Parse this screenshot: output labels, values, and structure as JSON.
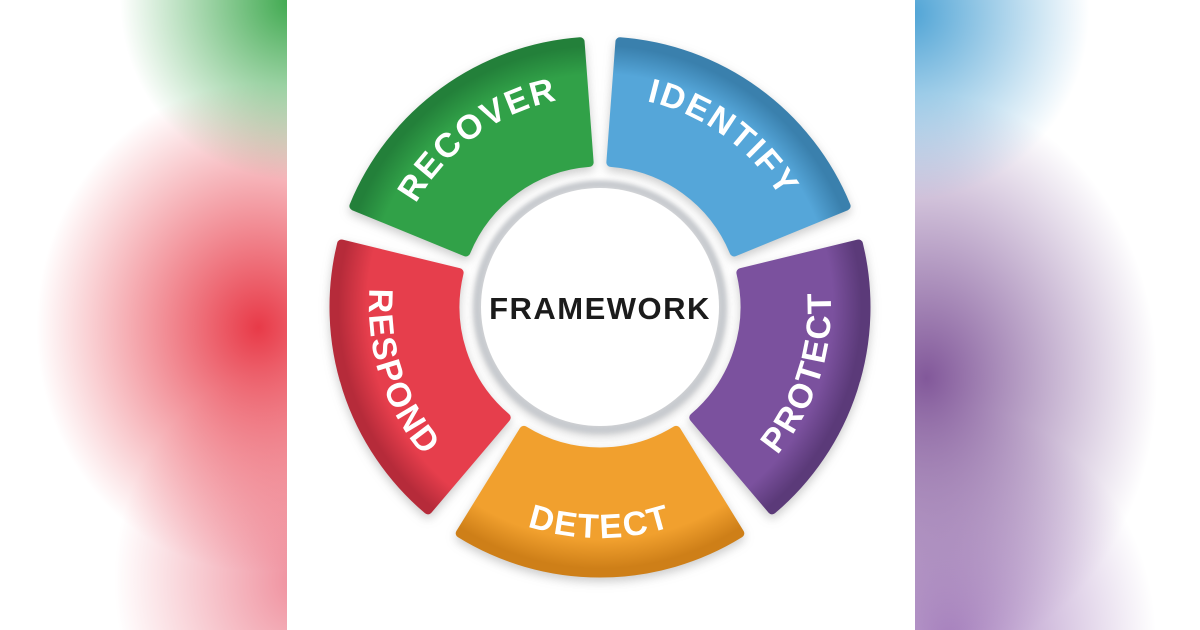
{
  "wheel": {
    "center_label": "FRAMEWORK",
    "center_text_color": "#1b1b1b",
    "center_circle_color": "#ffffff",
    "ring_shadow_color": "#c7cacf",
    "label_color": "#ffffff",
    "segments": [
      {
        "id": "identify",
        "label": "IDENTIFY",
        "color": "#55a6d9",
        "dark_color": "#3a80ad",
        "position": "top-right"
      },
      {
        "id": "protect",
        "label": "PROTECT",
        "color": "#7b519e",
        "dark_color": "#5b3a79",
        "position": "right"
      },
      {
        "id": "detect",
        "label": "DETECT",
        "color": "#f1a02e",
        "dark_color": "#ce7f18",
        "position": "bottom"
      },
      {
        "id": "respond",
        "label": "RESPOND",
        "color": "#e63e4c",
        "dark_color": "#b62b3a",
        "position": "left"
      },
      {
        "id": "recover",
        "label": "RECOVER",
        "color": "#31a148",
        "dark_color": "#23803a",
        "position": "top-left"
      }
    ]
  },
  "background": {
    "left_panel": {
      "top_color": "#3da84d",
      "middle_color": "#e83a48",
      "bottom_color": "#ef8d9b",
      "base": "#ffffff"
    },
    "right_panel": {
      "top_color": "#4ea3d5",
      "middle_color": "#82589a",
      "bottom_color": "#a983c0",
      "base": "#ffffff"
    }
  }
}
